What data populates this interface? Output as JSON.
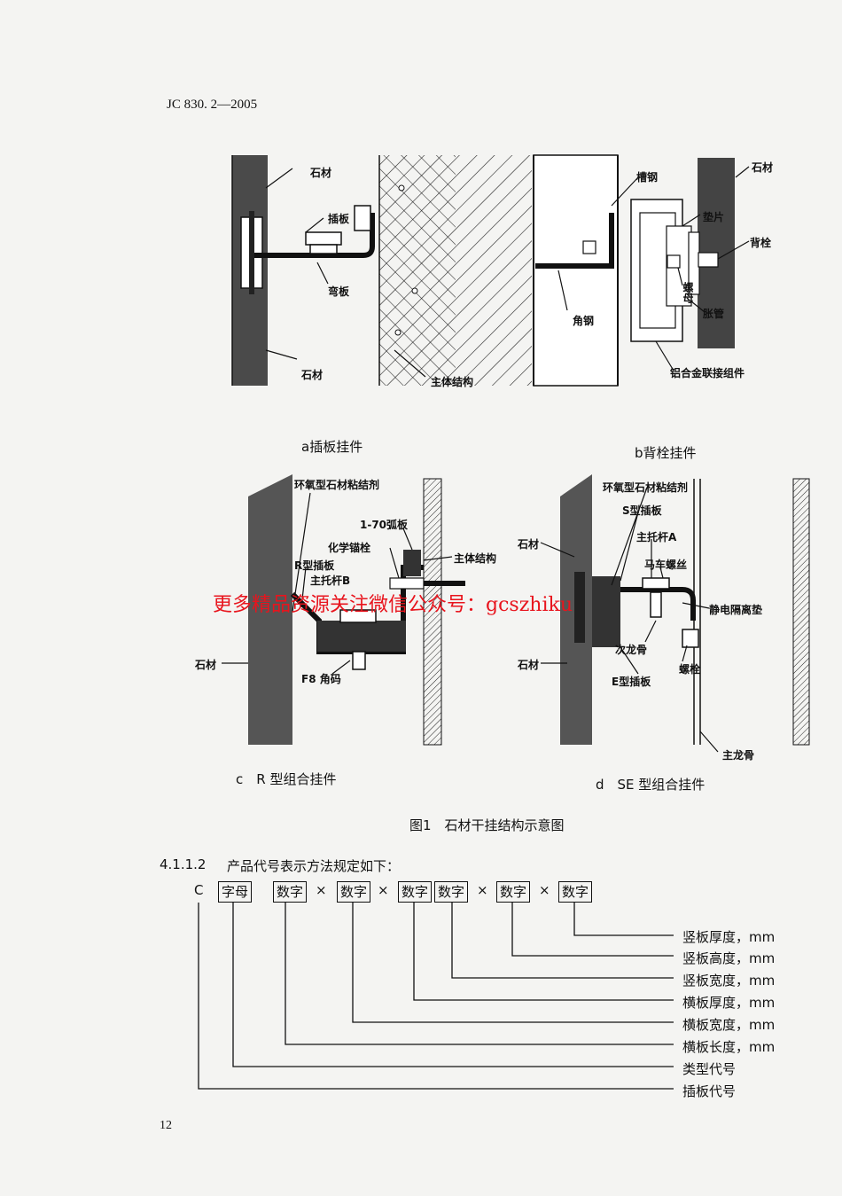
{
  "header": {
    "standard_code": "JC 830. 2—2005"
  },
  "figure_a": {
    "labels": {
      "stone_top": "石材",
      "insert_plate": "插板",
      "bent_plate": "弯板",
      "stone_bottom": "石材",
      "main_structure": "主体结构"
    },
    "caption": "a插板挂件"
  },
  "figure_b": {
    "labels": {
      "channel_steel": "槽钢",
      "stone": "石材",
      "washer": "垫片",
      "back_bolt": "背栓",
      "nut": "螺母",
      "expansion_tube": "胀管",
      "angle_steel": "角钢",
      "al_connector": "铝合金联接组件"
    },
    "caption": "b背栓挂件"
  },
  "figure_c": {
    "labels": {
      "epoxy": "环氧型石材粘结剂",
      "arc_plate": "1-70弧板",
      "chem_anchor": "化学锚栓",
      "main_structure": "主体结构",
      "r_plate": "R型插板",
      "main_bracket_b": "主托杆B",
      "stone": "石材",
      "f8_angle": "F8 角码"
    },
    "caption": "c　R 型组合挂件"
  },
  "figure_d": {
    "labels": {
      "epoxy": "环氧型石材粘结剂",
      "s_plate": "S型插板",
      "main_bracket_a": "主托杆A",
      "stone_top": "石材",
      "carriage_bolt": "马车螺丝",
      "static_pad": "静电隔离垫",
      "secondary_keel": "次龙骨",
      "bolt": "螺栓",
      "stone_bottom": "石材",
      "e_plate": "E型插板",
      "main_keel": "主龙骨"
    },
    "caption": "d　SE 型组合挂件"
  },
  "figure_title": "图1　石材干挂结构示意图",
  "watermark": "更多精品资源关注微信公众号：gcszhiku",
  "section": {
    "number": "4.1.1.2",
    "text": "产品代号表示方法规定如下：",
    "prefix": "C",
    "boxes": [
      "字母",
      "数字",
      "数字",
      "数字",
      "数字",
      "数字",
      "数字"
    ],
    "operators": [
      "×",
      "×",
      "×",
      "×"
    ],
    "descriptions": [
      "竖板厚度，mm",
      "竖板高度，mm",
      "竖板宽度，mm",
      "横板厚度，mm",
      "横板宽度，mm",
      "横板长度，mm",
      "类型代号",
      "插板代号"
    ]
  },
  "footer": {
    "page_number": "12"
  }
}
